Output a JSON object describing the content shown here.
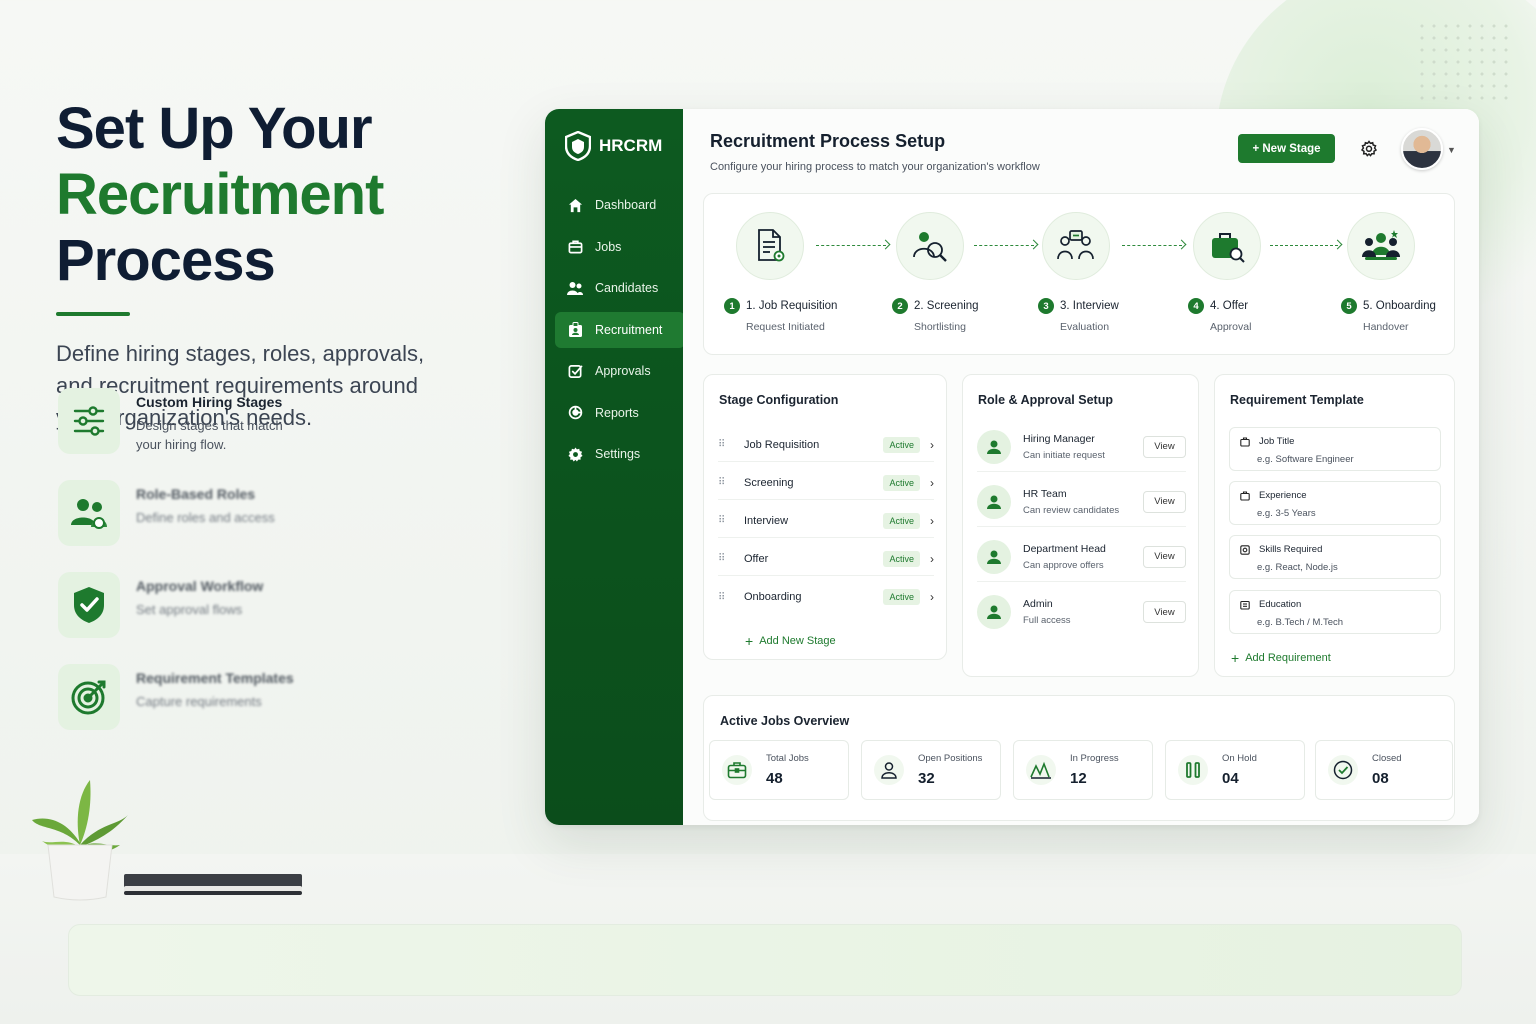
{
  "hero": {
    "title_line1": "Set Up Your",
    "title_green": "Recruitment",
    "title_dark": " Process",
    "description": "Define hiring stages, roles, approvals, and recruitment requirements around your organization's needs."
  },
  "features": [
    {
      "title": "Custom Hiring Stages",
      "desc": "Design stages that match your hiring flow.",
      "icon": "sliders-icon"
    },
    {
      "title": "Role-Based Roles",
      "desc": "Define roles and access",
      "icon": "team-icon"
    },
    {
      "title": "Approval Workflow",
      "desc": "Set approval flows",
      "icon": "shield-check-icon"
    },
    {
      "title": "Requirement Templates",
      "desc": "Capture requirements",
      "icon": "target-icon"
    }
  ],
  "app": {
    "brand": "HRCRM",
    "nav": [
      {
        "label": "Dashboard",
        "icon": "home-icon"
      },
      {
        "label": "Jobs",
        "icon": "briefcase-icon"
      },
      {
        "label": "Candidates",
        "icon": "users-icon"
      },
      {
        "label": "Recruitment",
        "icon": "id-badge-icon",
        "active": true
      },
      {
        "label": "Approvals",
        "icon": "check-square-icon"
      },
      {
        "label": "Reports",
        "icon": "chart-icon"
      },
      {
        "label": "Settings",
        "icon": "gear-icon"
      }
    ],
    "header": {
      "title": "Recruitment Process Setup",
      "subtitle": "Configure your hiring process to match your organization's workflow",
      "new_stage": "+ New Stage"
    },
    "pipeline": [
      {
        "num": "1",
        "label": "1. Job Requisition",
        "sub": "Request Initiated"
      },
      {
        "num": "2",
        "label": "2. Screening",
        "sub": "Shortlisting"
      },
      {
        "num": "3",
        "label": "3. Interview",
        "sub": "Evaluation"
      },
      {
        "num": "4",
        "label": "4. Offer",
        "sub": "Approval"
      },
      {
        "num": "5",
        "label": "5. Onboarding",
        "sub": "Handover"
      }
    ],
    "stage_config": {
      "title": "Stage Configuration",
      "rows": [
        {
          "name": "Job Requisition",
          "status": "Active"
        },
        {
          "name": "Screening",
          "status": "Active"
        },
        {
          "name": "Interview",
          "status": "Active"
        },
        {
          "name": "Offer",
          "status": "Active"
        },
        {
          "name": "Onboarding",
          "status": "Active"
        }
      ],
      "add": "Add New Stage"
    },
    "roles": {
      "title": "Role & Approval Setup",
      "rows": [
        {
          "name": "Hiring Manager",
          "desc": "Can initiate request",
          "action": "View"
        },
        {
          "name": "HR Team",
          "desc": "Can review candidates",
          "action": "View"
        },
        {
          "name": "Department Head",
          "desc": "Can approve offers",
          "action": "View"
        },
        {
          "name": "Admin",
          "desc": "Full access",
          "action": "View"
        }
      ]
    },
    "requirements": {
      "title": "Requirement Template",
      "rows": [
        {
          "label": "Job Title",
          "example": "e.g. Software Engineer"
        },
        {
          "label": "Experience",
          "example": "e.g. 3-5 Years"
        },
        {
          "label": "Skills Required",
          "example": "e.g. React, Node.js"
        },
        {
          "label": "Education",
          "example": "e.g. B.Tech / M.Tech"
        }
      ],
      "add": "Add Requirement"
    },
    "jobs_overview": {
      "title": "Active Jobs Overview",
      "stats": [
        {
          "label": "Total Jobs",
          "value": "48",
          "icon": "briefcase-icon"
        },
        {
          "label": "Open Positions",
          "value": "32",
          "icon": "user-icon"
        },
        {
          "label": "In Progress",
          "value": "12",
          "icon": "trend-icon"
        },
        {
          "label": "On Hold",
          "value": "04",
          "icon": "pause-icon"
        },
        {
          "label": "Closed",
          "value": "08",
          "icon": "check-circle-icon"
        }
      ]
    }
  },
  "colors": {
    "primary": "#1e7a2e",
    "sidebar": "#0d5a20",
    "ink": "#0f1d33"
  }
}
